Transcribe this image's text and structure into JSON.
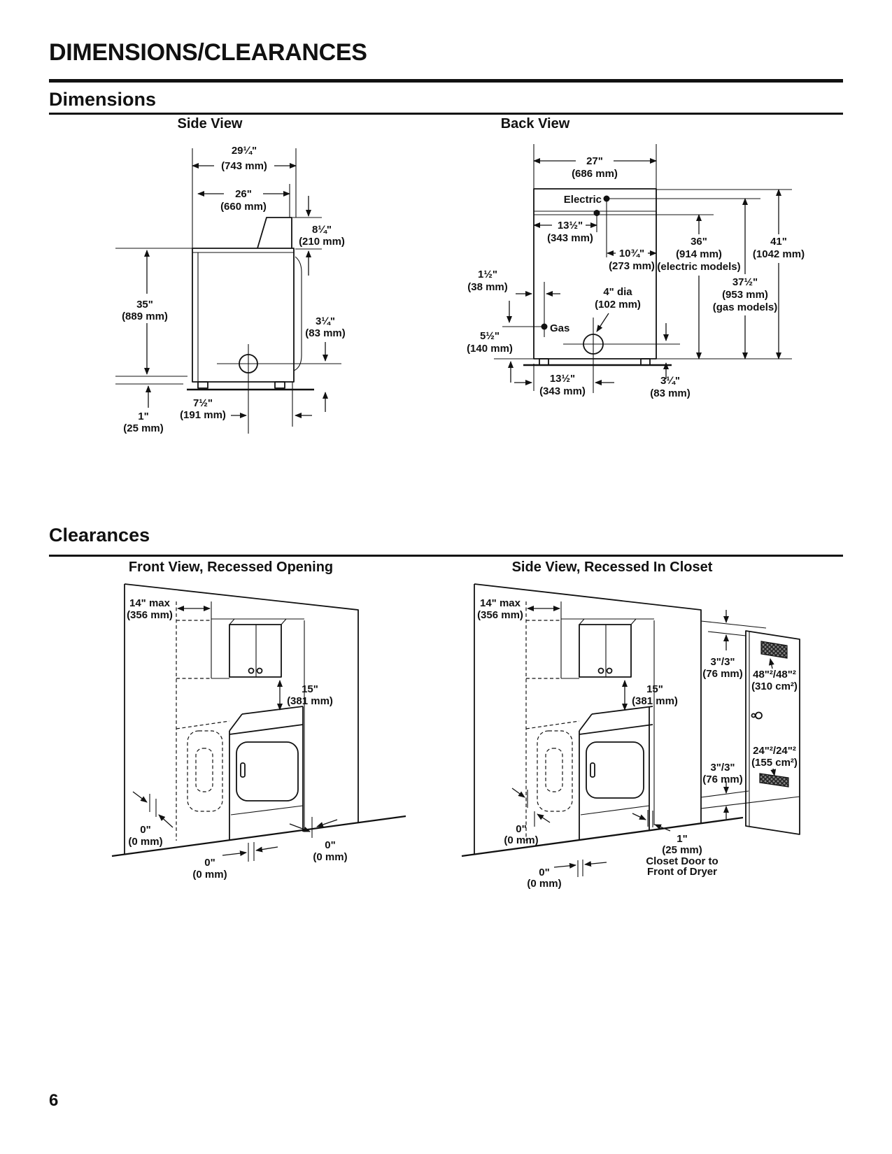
{
  "page": {
    "title": "DIMENSIONS/CLEARANCES",
    "number": "6"
  },
  "dims": {
    "heading": "Dimensions",
    "side": {
      "title": "Side View",
      "d29": [
        "29¼\"",
        "(743 mm)"
      ],
      "d26": [
        "26\"",
        "(660 mm)"
      ],
      "d8": [
        "8¼\"",
        "(210 mm)"
      ],
      "d35": [
        "35\"",
        "(889 mm)"
      ],
      "d3": [
        "3¼\"",
        "(83 mm)"
      ],
      "d7": [
        "7½\"",
        "(191 mm)"
      ],
      "d1": [
        "1\"",
        "(25 mm)"
      ]
    },
    "back": {
      "title": "Back View",
      "d27": [
        "27\"",
        "(686 mm)"
      ],
      "electric": "Electric",
      "d13top": [
        "13½\"",
        "(343 mm)"
      ],
      "d10": [
        "10¾\"",
        "(273 mm)"
      ],
      "d36": [
        "36\"",
        "(914 mm)",
        "(electric models)"
      ],
      "d37": [
        "37½\"",
        "(953 mm)",
        "(gas models)"
      ],
      "d41": [
        "41\"",
        "(1042 mm)"
      ],
      "d15l": [
        "1½\"",
        "(38 mm)"
      ],
      "gas": "Gas",
      "d55": [
        "5½\"",
        "(140 mm)"
      ],
      "d4": [
        "4\" dia",
        "(102 mm)"
      ],
      "d13bot": [
        "13½\"",
        "(343 mm)"
      ],
      "d325": [
        "3¼\"",
        "(83 mm)"
      ]
    }
  },
  "clear": {
    "heading": "Clearances",
    "front": {
      "title": "Front View, Recessed Opening",
      "d14": [
        "14\" max",
        "(356 mm)"
      ],
      "d15": [
        "15\"",
        "(381 mm)"
      ],
      "zl": [
        "0\"",
        "(0 mm)"
      ],
      "zb": [
        "0\"",
        "(0 mm)"
      ],
      "zr": [
        "0\"",
        "(0 mm)"
      ]
    },
    "closet": {
      "title": "Side View, Recessed In Closet",
      "d14": [
        "14\" max",
        "(356 mm)"
      ],
      "d15": [
        "15\"",
        "(381 mm)"
      ],
      "d3t": [
        "3\"/3\"",
        "(76 mm)"
      ],
      "vt": [
        "48\"²/48\"²",
        "(310 cm²)"
      ],
      "vb": [
        "24\"²/24\"²",
        "(155 cm²)"
      ],
      "d3b": [
        "3\"/3\"",
        "(76 mm)"
      ],
      "zl": [
        "0\"",
        "(0 mm)"
      ],
      "zb": [
        "0\"",
        "(0 mm)"
      ],
      "d1": [
        "1\"",
        "(25 mm)",
        "Closet Door to",
        "Front of Dryer"
      ]
    }
  }
}
